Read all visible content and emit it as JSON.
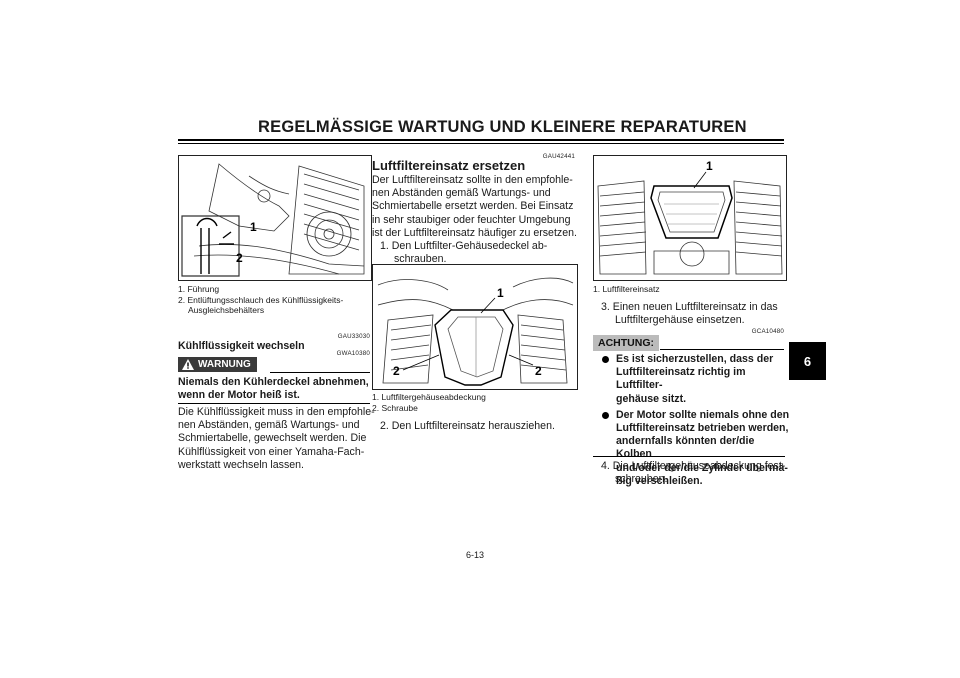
{
  "header": {
    "title": "REGELMÄSSIGE WARTUNG UND KLEINERE REPARATUREN",
    "chapter_number": "6"
  },
  "left": {
    "figure": {
      "callouts": [
        "1",
        "2"
      ]
    },
    "legend": [
      "1. Führung",
      "2. Entlüftungsschlauch des Kühlflüssigkeits-",
      "Ausgleichsbehälters"
    ],
    "section_code": "GAU33030",
    "section_title": "Kühlflüssigkeit wechseln",
    "warning_label": "WARNUNG",
    "warning_code": "GWA10380",
    "warning_text": [
      "Niemals den Kühlerdeckel abnehmen,",
      "wenn der Motor heiß ist."
    ],
    "body": [
      "Die Kühlflüssigkeit muss in den empfohle-",
      "nen Abständen, gemäß Wartungs- und",
      "Schmiertabelle, gewechselt werden. Die",
      "Kühlflüssigkeit von einer Yamaha-Fach-",
      "werkstatt wechseln lassen."
    ]
  },
  "middle": {
    "section_code": "GAU42441",
    "section_title": "Luftfiltereinsatz ersetzen",
    "body": [
      "Der Luftfiltereinsatz sollte in den empfohle-",
      "nen Abständen gemäß Wartungs- und",
      "Schmiertabelle ersetzt werden. Bei Einsatz",
      "in sehr staubiger oder feuchter Umgebung",
      "ist der Luftfiltereinsatz häufiger zu ersetzen."
    ],
    "step1": [
      "1. Den Luftfilter-Gehäusedeckel ab-",
      "schrauben."
    ],
    "figure": {
      "callouts": [
        "1",
        "2",
        "2"
      ]
    },
    "legend": [
      "1. Luftfiltergehäuseabdeckung",
      "2. Schraube"
    ],
    "step2": "2. Den Luftfiltereinsatz herausziehen."
  },
  "right": {
    "figure": {
      "callouts": [
        "1"
      ]
    },
    "legend": [
      "1. Luftfiltereinsatz"
    ],
    "step3": [
      "3. Einen neuen Luftfiltereinsatz in das",
      "Luftfiltergehäuse einsetzen."
    ],
    "caution_label": "ACHTUNG:",
    "caution_code": "GCA10480",
    "caution_items": [
      [
        "Es ist sicherzustellen, dass der",
        "Luftfiltereinsatz richtig im Luftfilter-",
        "gehäuse sitzt."
      ],
      [
        "Der Motor sollte niemals ohne den",
        "Luftfiltereinsatz betrieben werden,",
        "andernfalls könnten der/die Kolben",
        "und/oder der/die Zylinder übermä-",
        "ßig verschleißen."
      ]
    ],
    "step4": [
      "4. Die Luftfiltergehäuseabdeckung fest-",
      "schrauben."
    ]
  },
  "footer": {
    "page_number": "6-13"
  }
}
